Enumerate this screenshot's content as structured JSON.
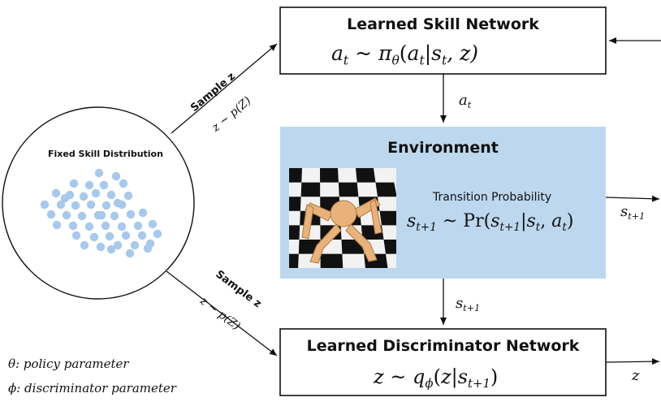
{
  "skill_network": {
    "title": "Learned Skill Network",
    "equation": {
      "lhs": "a",
      "lhs_sub": "t",
      "rel": "~",
      "fn": "π",
      "fn_sub": "θ",
      "open": "(",
      "a": "a",
      "a_sub": "t",
      "bar": "|",
      "s": "s",
      "s_sub": "t",
      "rest": ", z)"
    }
  },
  "environment": {
    "title": "Environment",
    "subtitle": "Transition Probability",
    "equation": {
      "lhs": "s",
      "lhs_sub": "t+1",
      "rel": "~",
      "fn": "Pr",
      "open": "(",
      "a": "s",
      "a_sub": "t+1",
      "bar": "|",
      "s": "s",
      "s_sub": "t",
      "comma": ", ",
      "b": "a",
      "b_sub": "t",
      "close": ")"
    }
  },
  "discriminator": {
    "title": "Learned Discriminator Network",
    "equation": {
      "lhs": "z",
      "rel": "~",
      "fn": "q",
      "fn_sub": "ϕ",
      "open": "(",
      "a": "z",
      "bar": "|",
      "s": "s",
      "s_sub": "t+1",
      "close": ")"
    }
  },
  "skill_distribution": {
    "title": "Fixed Skill Distribution"
  },
  "edge_labels": {
    "sample_top": {
      "line1": "Sample z",
      "line2": "z ~ p(Z)"
    },
    "sample_bottom": {
      "line1": "Sample z",
      "line2": "z ~ p(Z)"
    },
    "a_t": {
      "sym": "a",
      "sub": "t"
    },
    "s_next_mid": {
      "sym": "s",
      "sub": "t+1"
    },
    "s_next_right": {
      "sym": "s",
      "sub": "t+1"
    },
    "z_out": {
      "sym": "z"
    }
  },
  "legend": {
    "theta": "θ: policy parameter",
    "phi": "ϕ: discriminator parameter"
  },
  "colors": {
    "environment_fill": "#bdd7ee",
    "dot_fill": "#a6c9ec",
    "box_stroke": "#111111",
    "checker_dark": "#111111",
    "checker_light": "#f2f2f2",
    "robot": "#e8b27a"
  }
}
